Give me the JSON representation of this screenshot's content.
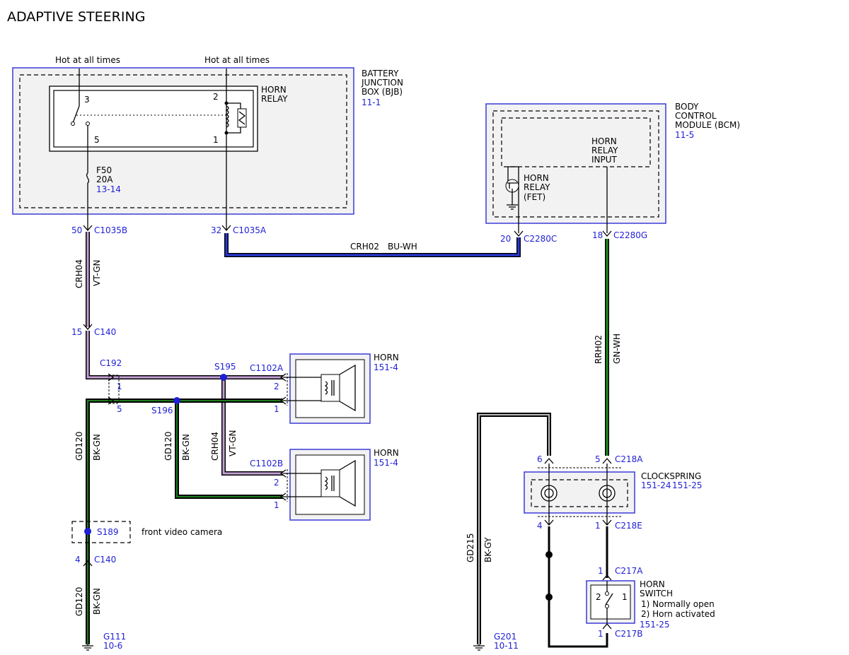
{
  "title": "ADAPTIVE STEERING",
  "power": {
    "hot1": "Hot at all times",
    "hot2": "Hot at all times"
  },
  "bjb": {
    "l1": "BATTERY",
    "l2": "JUNCTION",
    "l3": "BOX (BJB)",
    "ref": "11-1"
  },
  "relay": {
    "l1": "HORN",
    "l2": "RELAY",
    "p3": "3",
    "p5": "5",
    "p2": "2",
    "p1": "1"
  },
  "fuse": {
    "name": "F50",
    "rating": "20A",
    "ref": "13-14"
  },
  "bcm": {
    "l1": "BODY",
    "l2": "CONTROL",
    "l3": "MODULE (BCM)",
    "ref": "11-5",
    "in1": "HORN",
    "in2": "RELAY",
    "in3": "INPUT",
    "fet1": "HORN",
    "fet2": "RELAY",
    "fet3": "(FET)"
  },
  "conn": {
    "c1035b_pin": "50",
    "c1035b": "C1035B",
    "c1035a_pin": "32",
    "c1035a": "C1035A",
    "c2280c_pin": "20",
    "c2280c": "C2280C",
    "c2280g_pin": "18",
    "c2280g": "C2280G",
    "c140a_pin": "15",
    "c140a": "C140",
    "c192": "C192",
    "c192_p1": "1",
    "c192_p5": "5",
    "s195": "S195",
    "s196": "S196",
    "s189": "S189",
    "c1102a": "C1102A",
    "c1102a_p2": "2",
    "c1102a_p1": "1",
    "c1102b": "C1102B",
    "c1102b_p2": "2",
    "c1102b_p1": "1",
    "c140b_pin": "4",
    "c140b": "C140",
    "c218a_p6": "6",
    "c218a_p5": "5",
    "c218a": "C218A",
    "c218e_p4": "4",
    "c218e_p1": "1",
    "c218e": "C218E",
    "c217a_pin": "1",
    "c217a": "C217A",
    "c217b_pin": "1",
    "c217b": "C217B"
  },
  "wires": {
    "crh04_a": "CRH04",
    "crh04_a_col": "VT-GN",
    "crh02": "CRH02",
    "crh02_col": "BU-WH",
    "rrh02": "RRH02",
    "rrh02_col": "GN-WH",
    "gd120_a": "GD120",
    "gd120_a_col": "BK-GN",
    "gd120_b": "GD120",
    "gd120_b_col": "BK-GN",
    "crh04_b": "CRH04",
    "crh04_b_col": "VT-GN",
    "gd120_c": "GD120",
    "gd120_c_col": "BK-GN",
    "gd215": "GD215",
    "gd215_col": "BK-GY"
  },
  "horn1": {
    "label": "HORN",
    "ref": "151-4"
  },
  "horn2": {
    "label": "HORN",
    "ref": "151-4"
  },
  "camera": "front video camera",
  "clockspring": {
    "label": "CLOCKSPRING",
    "ref1": "151-24",
    "ref2": "151-25"
  },
  "hornswitch": {
    "l1": "HORN",
    "l2": "SWITCH",
    "n1": "1) Normally open",
    "n2": "2) Horn activated",
    "ref": "151-25",
    "p2": "2",
    "p1": "1"
  },
  "grounds": {
    "g111": "G111",
    "g111_ref": "10-6",
    "g201": "G201",
    "g201_ref": "10-11"
  }
}
